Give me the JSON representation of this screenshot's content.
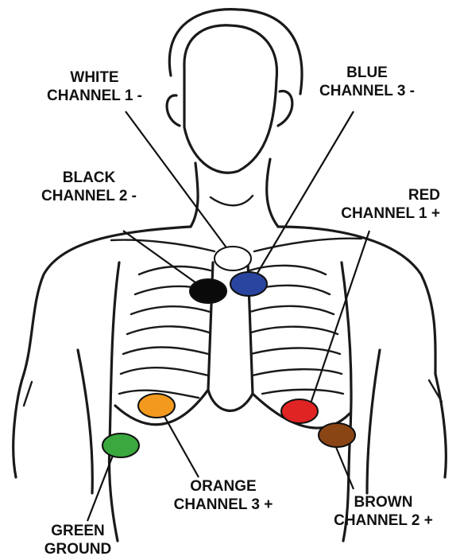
{
  "labels": {
    "white": {
      "line1": "WHITE",
      "line2": "CHANNEL 1 -"
    },
    "blue": {
      "line1": "BLUE",
      "line2": "CHANNEL 3 -"
    },
    "black": {
      "line1": "BLACK",
      "line2": "CHANNEL 2 -"
    },
    "red": {
      "line1": "RED",
      "line2": "CHANNEL 1 +"
    },
    "orange": {
      "line1": "ORANGE",
      "line2": "CHANNEL 3 +"
    },
    "brown": {
      "line1": "BROWN",
      "line2": "CHANNEL 2 +"
    },
    "green": {
      "line1": "GREEN",
      "line2": "GROUND"
    }
  },
  "colors": {
    "white": "#ffffff",
    "blue": "#2a45a0",
    "black": "#0a0a0a",
    "red": "#e02424",
    "orange": "#f39a1e",
    "brown": "#8a4515",
    "green": "#3aa83e"
  }
}
